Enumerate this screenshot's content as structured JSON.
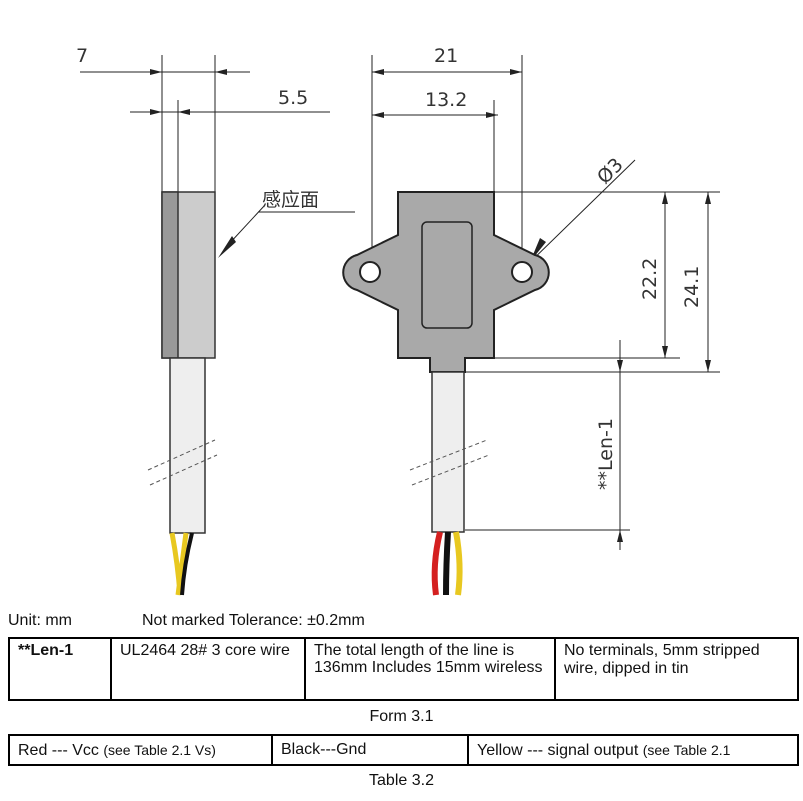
{
  "drawing": {
    "dims": {
      "d7": "7",
      "d55": "5.5",
      "d21": "21",
      "d132": "13.2",
      "phi3": "Ø3",
      "d222": "22.2",
      "d241": "24.1",
      "len": "**Len-1"
    },
    "sensing_face_label": "感应面",
    "colors": {
      "body": "#a9a9a9",
      "wire_red": "#d42020",
      "wire_yellow": "#e8c820",
      "wire_black": "#111111"
    }
  },
  "notes": {
    "unit": "Unit:  mm",
    "tolerance": "Not marked Tolerance: ±0.2mm"
  },
  "form31": {
    "caption": "Form 3.1",
    "cells": [
      "**Len-1",
      "UL2464 28# 3 core wire",
      "The total length of the line is 136mm Includes 15mm wireless",
      "No terminals, 5mm stripped wire, dipped in tin"
    ]
  },
  "table32": {
    "caption": "Table 3.2",
    "cells": [
      {
        "main": "Red --- Vcc ",
        "note": "(see Table 2.1 Vs)"
      },
      {
        "main": "Black---Gnd",
        "note": ""
      },
      {
        "main": "Yellow --- signal output ",
        "note": "(see Table 2.1"
      }
    ]
  }
}
